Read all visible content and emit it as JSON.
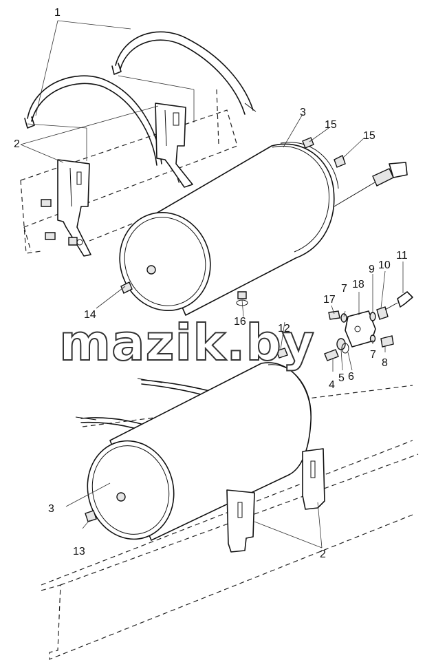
{
  "diagram": {
    "callouts": {
      "c1": "1",
      "c2_top": "2",
      "c2_bottom": "2",
      "c3_top": "3",
      "c3_bottom": "3",
      "c4": "4",
      "c5": "5",
      "c6": "6",
      "c7_top": "7",
      "c7_bottom": "7",
      "c8": "8",
      "c9": "9",
      "c10": "10",
      "c11": "11",
      "c12": "12",
      "c13": "13",
      "c14": "14",
      "c15_a": "15",
      "c15_b": "15",
      "c16": "16",
      "c17": "17",
      "c18": "18"
    },
    "watermark": "mazik.by"
  }
}
